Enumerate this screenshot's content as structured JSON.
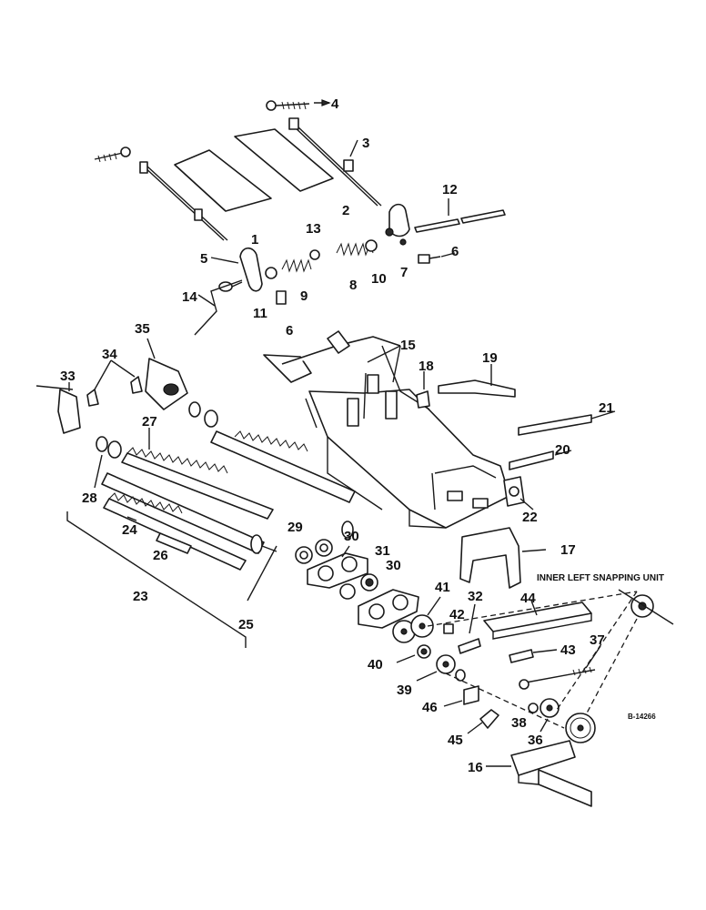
{
  "labels": {
    "l1": "1",
    "l2": "2",
    "l3": "3",
    "l4": "4",
    "l5": "5",
    "l6a": "6",
    "l6b": "6",
    "l7": "7",
    "l8": "8",
    "l9": "9",
    "l10": "10",
    "l11": "11",
    "l12": "12",
    "l13": "13",
    "l14": "14",
    "l15": "15",
    "l16": "16",
    "l17": "17",
    "l18": "18",
    "l19": "19",
    "l20": "20",
    "l21": "21",
    "l22": "22",
    "l23": "23",
    "l24": "24",
    "l25": "25",
    "l26": "26",
    "l27": "27",
    "l28": "28",
    "l29": "29",
    "l30a": "30",
    "l30b": "30",
    "l31": "31",
    "l32": "32",
    "l33": "33",
    "l34": "34",
    "l35": "35",
    "l36": "36",
    "l37": "37",
    "l38": "38",
    "l39": "39",
    "l40": "40",
    "l41": "41",
    "l42": "42",
    "l43": "43",
    "l44": "44",
    "l45": "45",
    "l46": "46"
  },
  "caption": "INNER LEFT SNAPPING UNIT",
  "drawing_number": "B-14266"
}
